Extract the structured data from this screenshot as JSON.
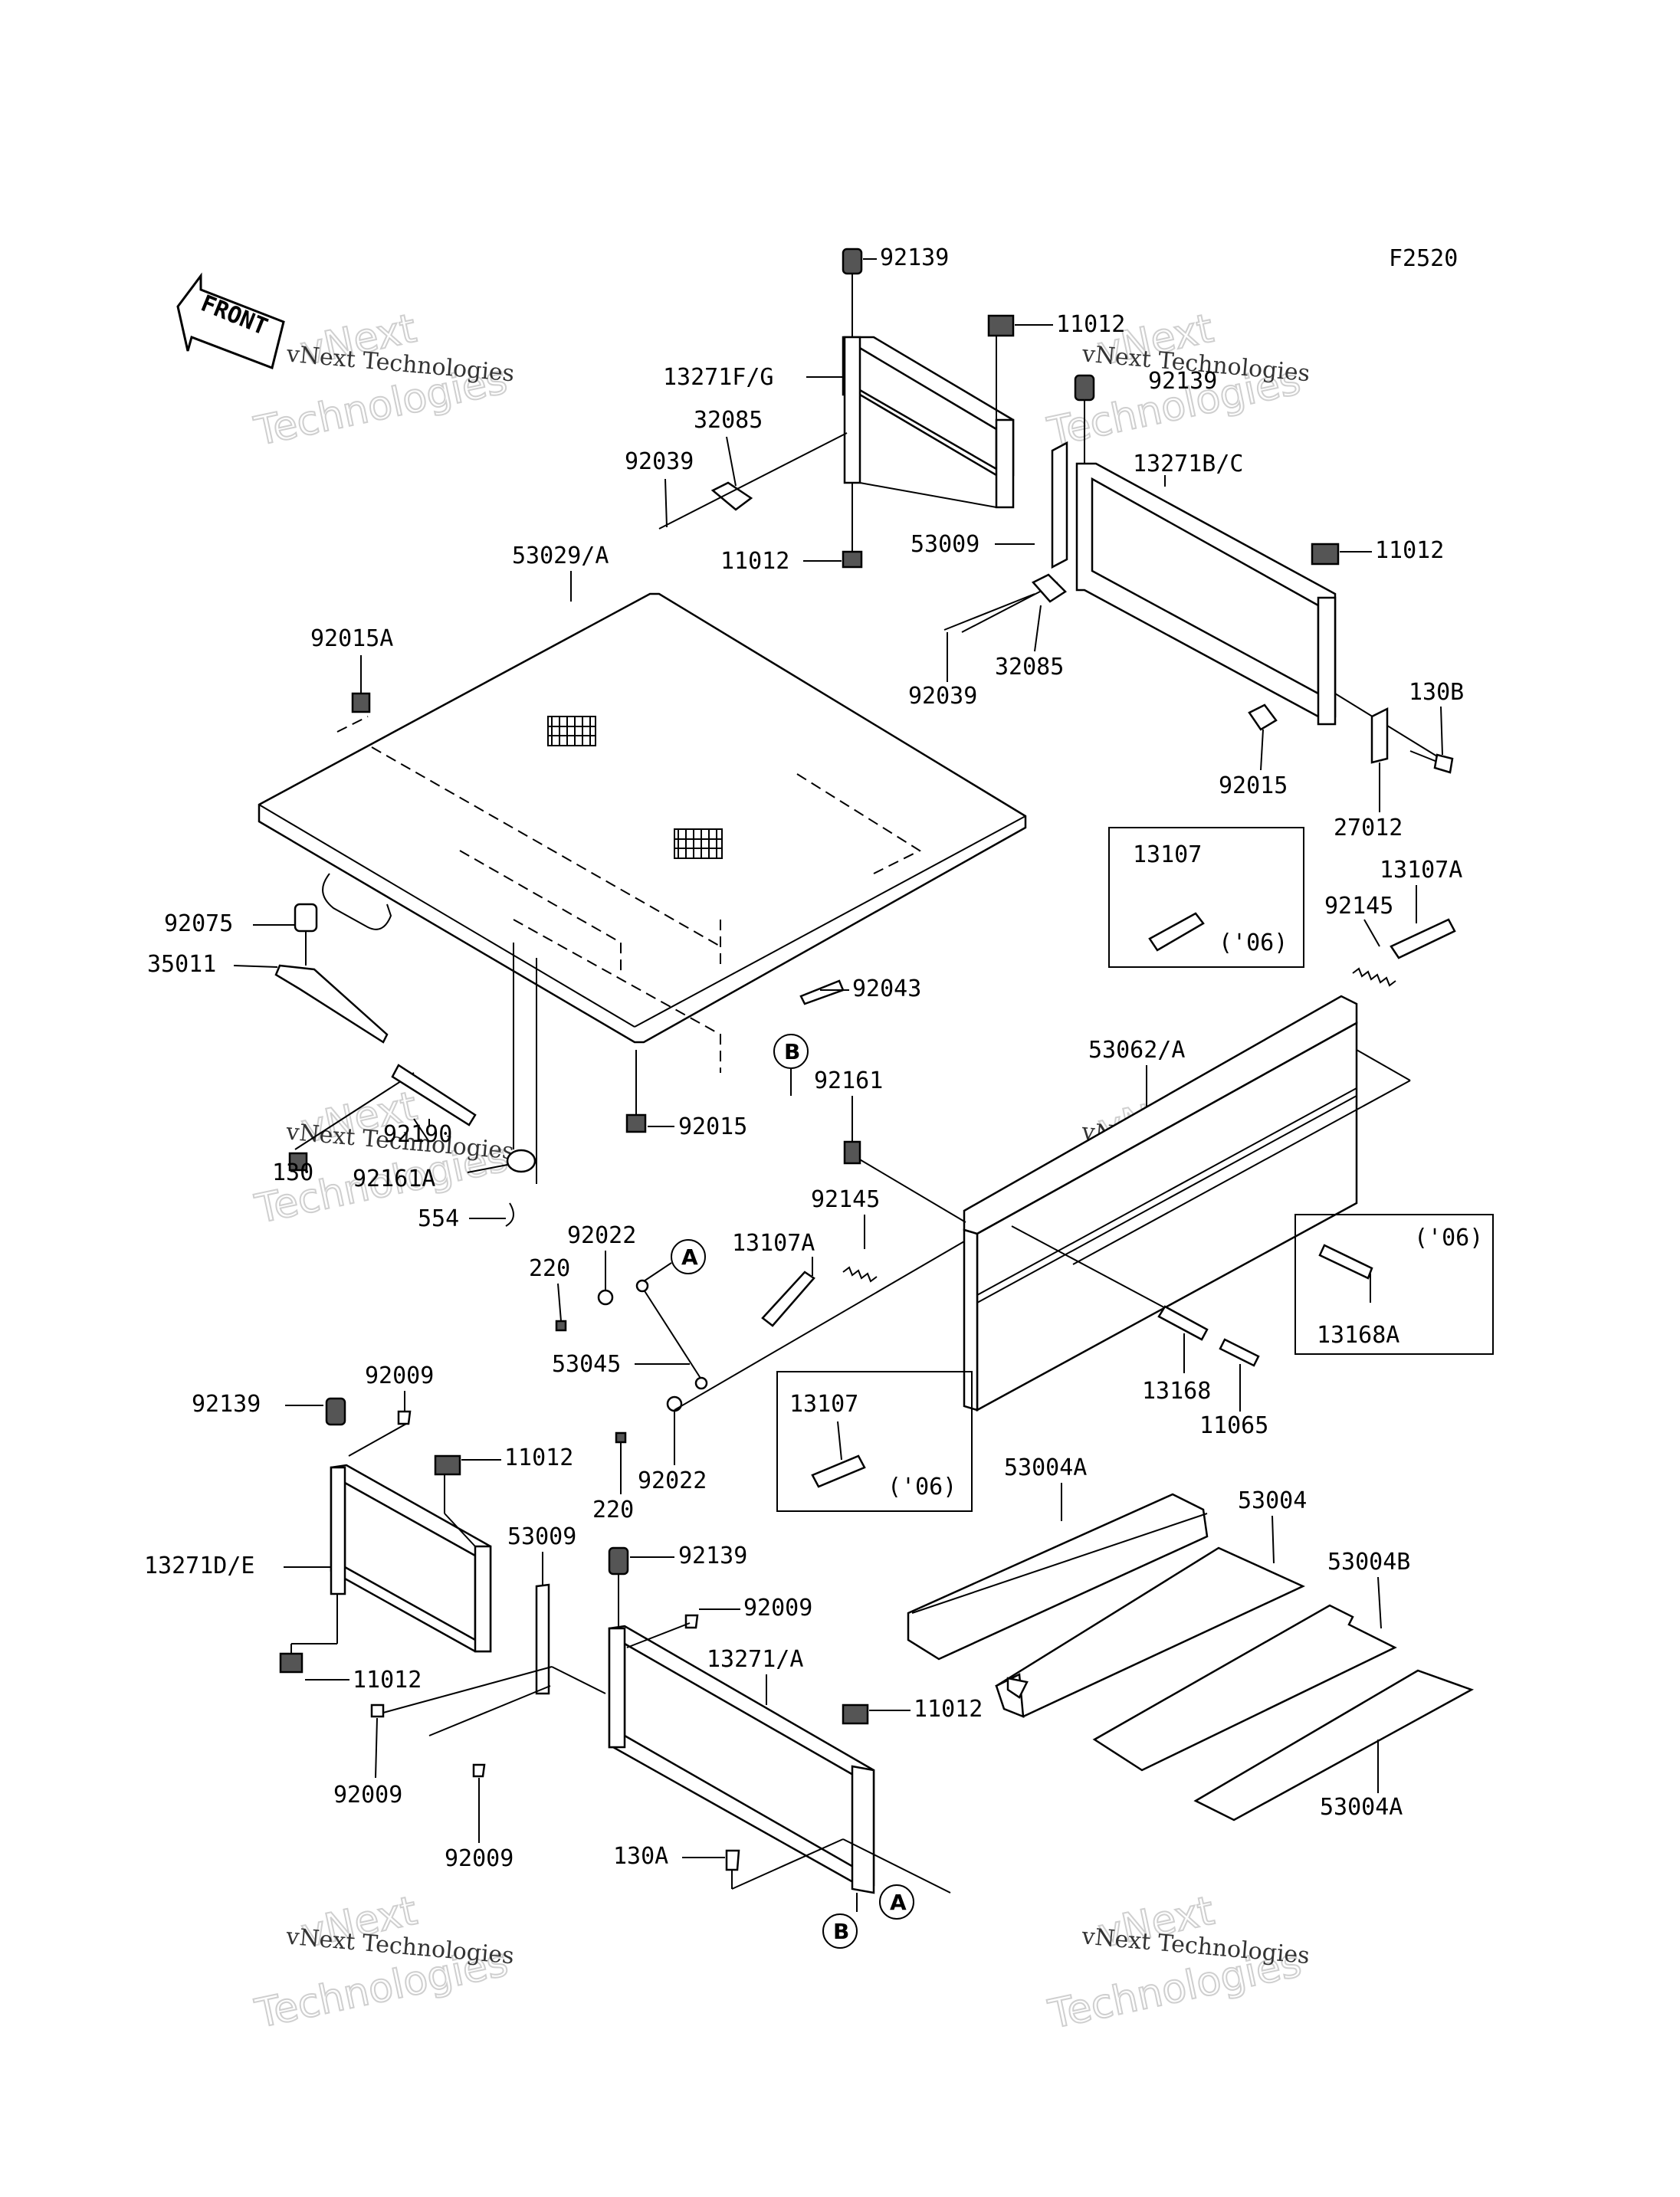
{
  "figure_code": "F2520",
  "front_label": "FRONT",
  "watermark": {
    "line1": "vNext",
    "line2": "Technologies",
    "caption": "vNext Technologies"
  },
  "callouts": {
    "a": "A",
    "b": "B"
  },
  "year_note": "('06)",
  "parts": {
    "p92139_top": "92139",
    "p11012_a": "11012",
    "p13271FG": "13271F/G",
    "p32085_a": "32085",
    "p92039_a": "92039",
    "p11012_b": "11012",
    "p92139_b": "92139",
    "p13271BC": "13271B/C",
    "p53009_a": "53009",
    "p11012_c": "11012",
    "p32085_b": "32085",
    "p92039_b": "92039",
    "p130B": "130B",
    "p92015_a": "92015",
    "p27012": "27012",
    "p53029A": "53029/A",
    "p92015A": "92015A",
    "p13107_box": "13107",
    "p13107A_a": "13107A",
    "p92145_a": "92145",
    "p92075": "92075",
    "p35011": "35011",
    "p92043": "92043",
    "p53062A": "53062/A",
    "p92161": "92161",
    "p130": "130",
    "p92190": "92190",
    "p92015_b": "92015",
    "p92161A": "92161A",
    "p554": "554",
    "p92022_a": "92022",
    "p220_a": "220",
    "p13107A_b": "13107A",
    "p92145_b": "92145",
    "p13168A": "13168A",
    "p53045": "53045",
    "p13168": "13168",
    "p11065": "11065",
    "p92139_c": "92139",
    "p92009_a": "92009",
    "p11012_d": "11012",
    "p13107_box2": "13107",
    "p92022_b": "92022",
    "p220_b": "220",
    "p53004A_a": "53004A",
    "p13271DE": "13271D/E",
    "p53009_b": "53009",
    "p92139_d": "92139",
    "p53004": "53004",
    "p53004B": "53004B",
    "p92009_b": "92009",
    "p13271A": "13271/A",
    "p11012_e": "11012",
    "p11012_f": "11012",
    "p92009_c": "92009",
    "p92009_d": "92009",
    "p53004A_b": "53004A",
    "p130A": "130A"
  }
}
